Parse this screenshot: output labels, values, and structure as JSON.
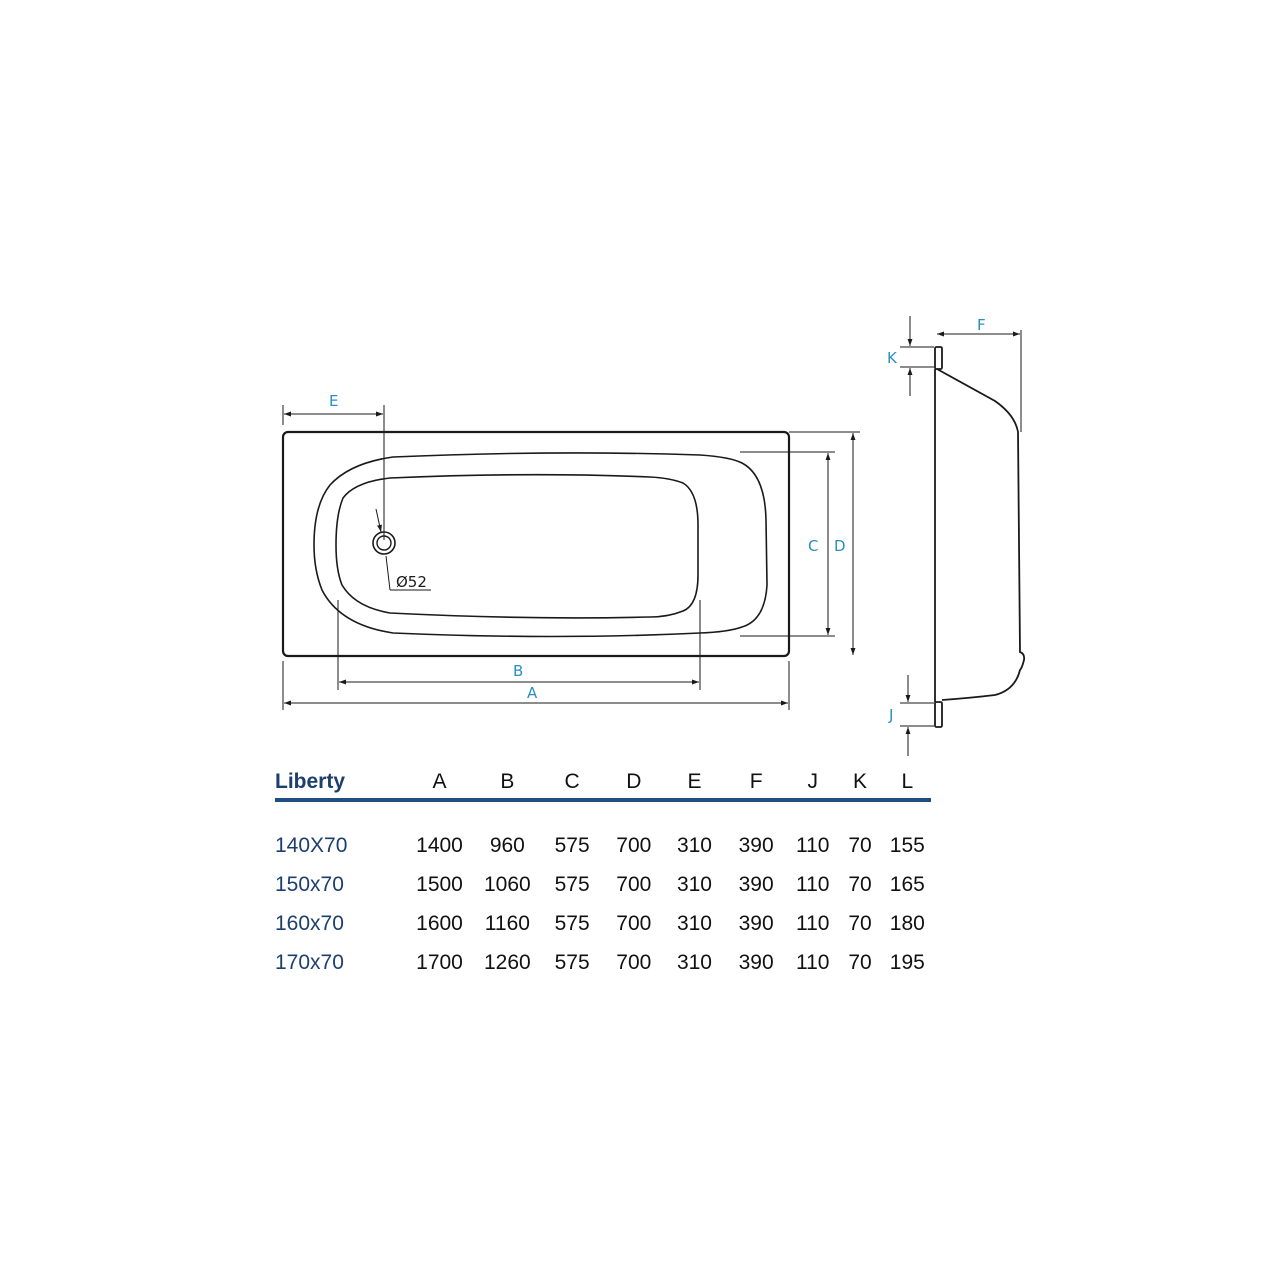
{
  "colors": {
    "line": "#1a1a1a",
    "dimension_label": "#2a8fc0",
    "table_title": "#1c3f6e",
    "table_rule": "#1f4f82",
    "value_text": "#111111"
  },
  "drawing": {
    "top_view": {
      "dimension_labels": {
        "A": "A",
        "B": "B",
        "C": "C",
        "D": "D",
        "E": "E"
      },
      "drain_label": "Ø52"
    },
    "side_view": {
      "dimension_labels": {
        "F": "F",
        "K": "K",
        "J": "J"
      }
    }
  },
  "table": {
    "title": "Liberty",
    "columns": [
      "A",
      "B",
      "C",
      "D",
      "E",
      "F",
      "J",
      "K",
      "L"
    ],
    "rows": [
      {
        "model": "140X70",
        "values": [
          "1400",
          "960",
          "575",
          "700",
          "310",
          "390",
          "110",
          "70",
          "155"
        ]
      },
      {
        "model": "150x70",
        "values": [
          "1500",
          "1060",
          "575",
          "700",
          "310",
          "390",
          "110",
          "70",
          "165"
        ]
      },
      {
        "model": "160x70",
        "values": [
          "1600",
          "1160",
          "575",
          "700",
          "310",
          "390",
          "110",
          "70",
          "180"
        ]
      },
      {
        "model": "170x70",
        "values": [
          "1700",
          "1260",
          "575",
          "700",
          "310",
          "390",
          "110",
          "70",
          "195"
        ]
      }
    ]
  }
}
